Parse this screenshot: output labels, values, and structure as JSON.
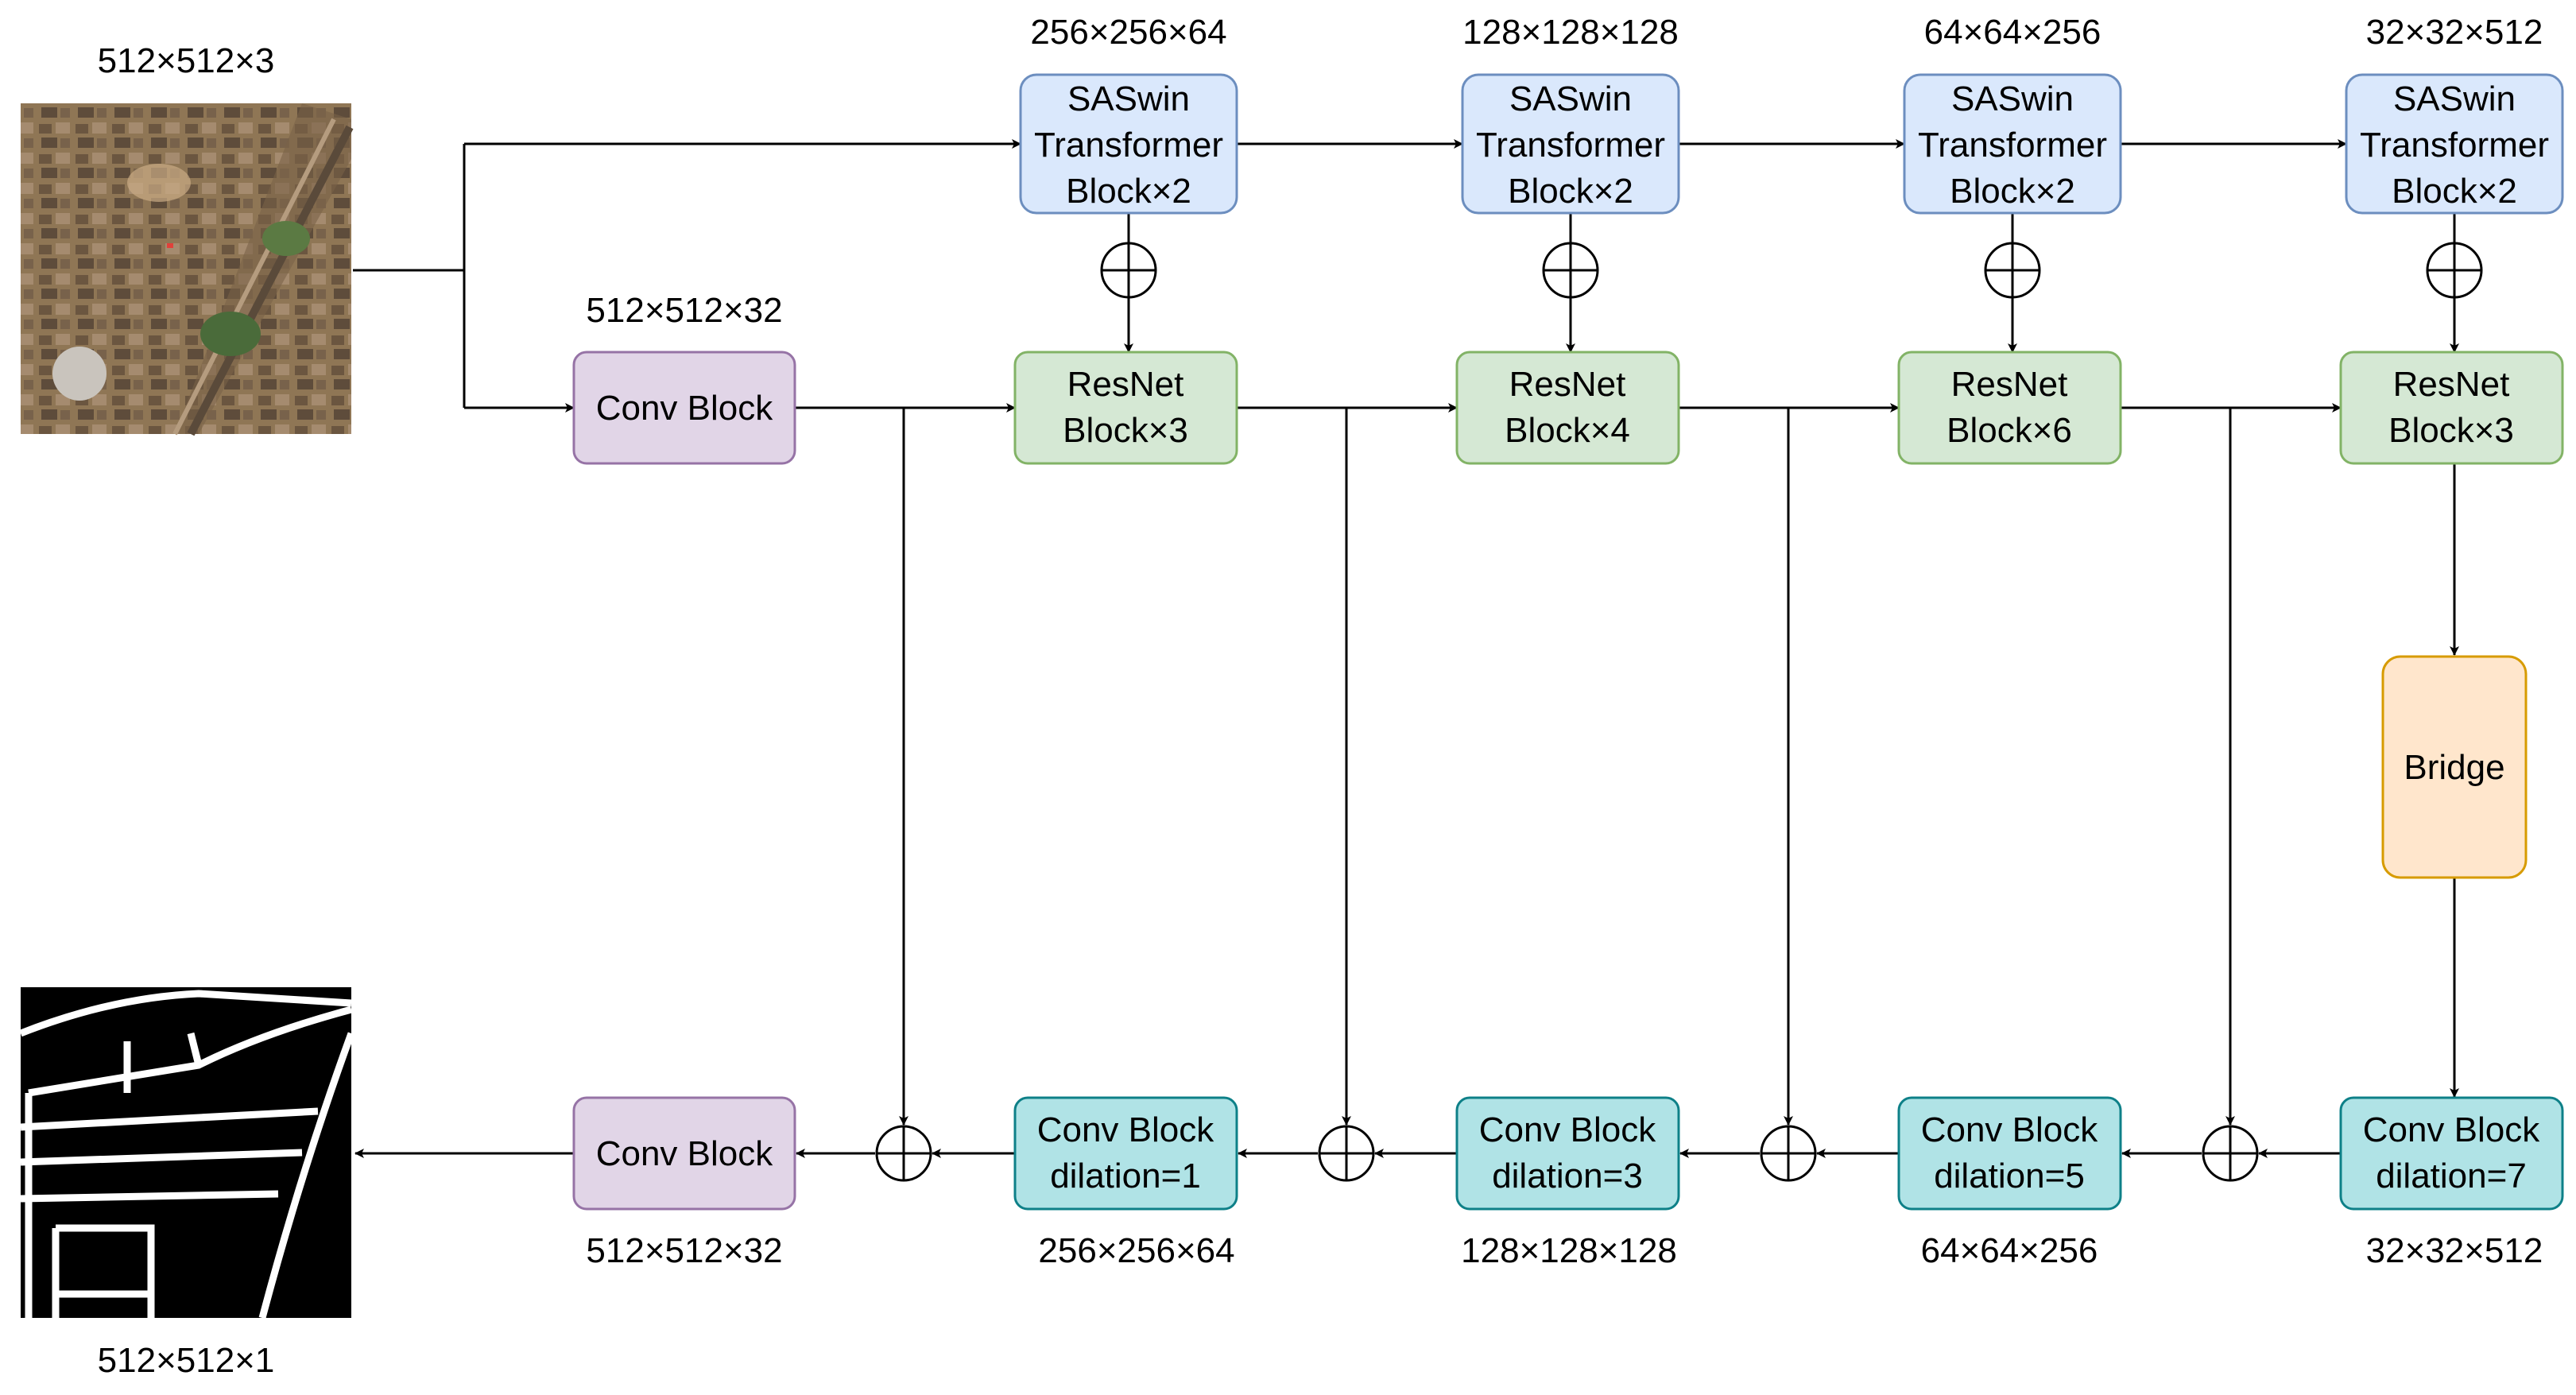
{
  "input": {
    "dims": "512×512×3"
  },
  "output": {
    "dims": "512×512×1"
  },
  "stem": {
    "label": "Conv Block",
    "dims": "512×512×32"
  },
  "head": {
    "label": "Conv Block",
    "dims": "512×512×32"
  },
  "transformers": [
    {
      "line1": "SASwin",
      "line2": "Transformer",
      "line3": "Block×2",
      "dims": "256×256×64"
    },
    {
      "line1": "SASwin",
      "line2": "Transformer",
      "line3": "Block×2",
      "dims": "128×128×128"
    },
    {
      "line1": "SASwin",
      "line2": "Transformer",
      "line3": "Block×2",
      "dims": "64×64×256"
    },
    {
      "line1": "SASwin",
      "line2": "Transformer",
      "line3": "Block×2",
      "dims": "32×32×512"
    }
  ],
  "resnets": [
    {
      "line1": "ResNet",
      "line2": "Block×3"
    },
    {
      "line1": "ResNet",
      "line2": "Block×4"
    },
    {
      "line1": "ResNet",
      "line2": "Block×6"
    },
    {
      "line1": "ResNet",
      "line2": "Block×3"
    }
  ],
  "bridge": {
    "label": "Bridge"
  },
  "decoders": [
    {
      "line1": "Conv Block",
      "line2": "dilation=1",
      "dims": "256×256×64"
    },
    {
      "line1": "Conv Block",
      "line2": "dilation=3",
      "dims": "128×128×128"
    },
    {
      "line1": "Conv Block",
      "line2": "dilation=5",
      "dims": "64×64×256"
    },
    {
      "line1": "Conv Block",
      "line2": "dilation=7",
      "dims": "32×32×512"
    }
  ],
  "colors": {
    "transformer_fill": "#dae8fc",
    "transformer_stroke": "#6c8ebf",
    "resnet_fill": "#d5e8d4",
    "resnet_stroke": "#82b366",
    "conv_fill": "#e1d5e7",
    "conv_stroke": "#9673a6",
    "decoder_fill": "#b0e3e6",
    "decoder_stroke": "#0e8088",
    "bridge_fill": "#ffe6cc",
    "bridge_stroke": "#d79b00"
  }
}
